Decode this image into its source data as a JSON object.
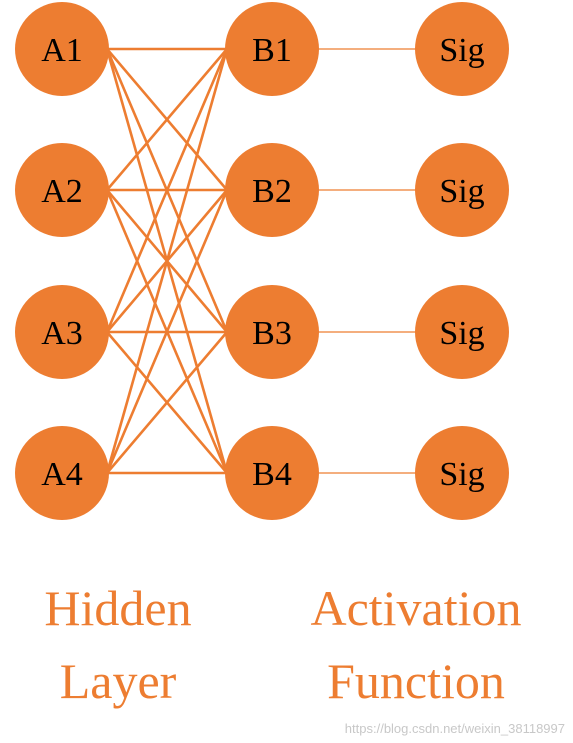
{
  "colors": {
    "node_fill": "#ED7D31",
    "dense_edge": "#ED7D31",
    "activation_edge": "#ED7D31",
    "caption": "#ED7D31",
    "node_label": "#000000",
    "watermark": "#c8c8c8"
  },
  "layers": {
    "hidden_inputs": [
      "A1",
      "A2",
      "A3",
      "A4"
    ],
    "hidden_outputs": [
      "B1",
      "B2",
      "B3",
      "B4"
    ],
    "activations": [
      "Sig",
      "Sig",
      "Sig",
      "Sig"
    ]
  },
  "connections": {
    "hidden_inputs_to_hidden_outputs": "fully-connected",
    "hidden_outputs_to_activations": "one-to-one"
  },
  "captions": {
    "hidden": [
      "Hidden",
      "Layer"
    ],
    "activation": [
      "Activation",
      "Function"
    ]
  },
  "watermark": "https://blog.csdn.net/weixin_38118997"
}
